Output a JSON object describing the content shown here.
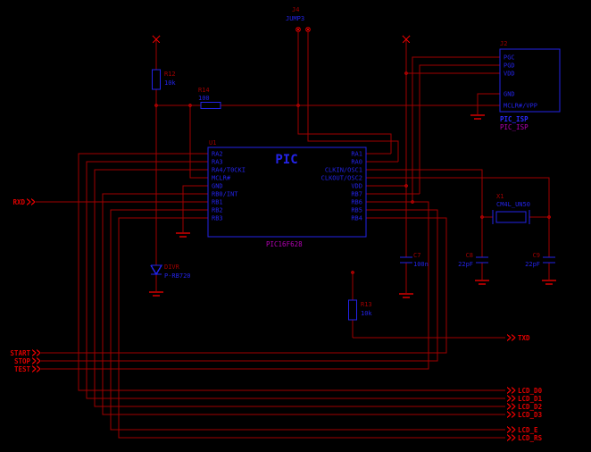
{
  "colors": {
    "background": "#000000",
    "wire": "#a00000",
    "label": "#e00000",
    "component": "#2323e8",
    "pin_text": "#2323e8",
    "ref_text": "#a00000",
    "value_text": "#b400b4",
    "ic_name": "#2a2aff"
  },
  "jumper": {
    "ref": "J4",
    "value": "JUMP3"
  },
  "isp": {
    "ref": "J2",
    "name": "PIC_ISP",
    "value": "PIC_ISP",
    "pins": [
      "PGC",
      "PGD",
      "VDD",
      "GND",
      "MCLR#/VPP"
    ]
  },
  "pic": {
    "ref": "U1",
    "title": "PIC",
    "value": "PIC16F628",
    "left_pins": [
      "RA2",
      "RA3",
      "RA4/T0CKI",
      "MCLR#",
      "GND",
      "RB0/INT",
      "RB1",
      "RB2",
      "RB3"
    ],
    "right_pins": [
      "RA1",
      "RA0",
      "CLKIN/OSC1",
      "CLKOUT/OSC2",
      "VDD",
      "RB7",
      "RB6",
      "RB5",
      "RB4"
    ]
  },
  "components": {
    "r12": {
      "ref": "R12",
      "value": "10k"
    },
    "r14": {
      "ref": "R14",
      "value": "100"
    },
    "r13": {
      "ref": "R13",
      "value": "10k"
    },
    "c7": {
      "ref": "C7",
      "value": "100n"
    },
    "c8": {
      "ref": "C8",
      "value": "22pF"
    },
    "c9": {
      "ref": "C9",
      "value": "22pF"
    },
    "x1": {
      "ref": "X1",
      "value": "CM4L_UN50"
    },
    "d1": {
      "ref": "DIVR",
      "value": "P-RB720"
    }
  },
  "nets": {
    "rxd": "RXD",
    "start": "START",
    "stop": "STOP",
    "test": "TEST",
    "txd": "TXD",
    "lcd": [
      "LCD_D0",
      "LCD_D1",
      "LCD_D2",
      "LCD_D3",
      "LCD_E",
      "LCD_RS"
    ]
  }
}
